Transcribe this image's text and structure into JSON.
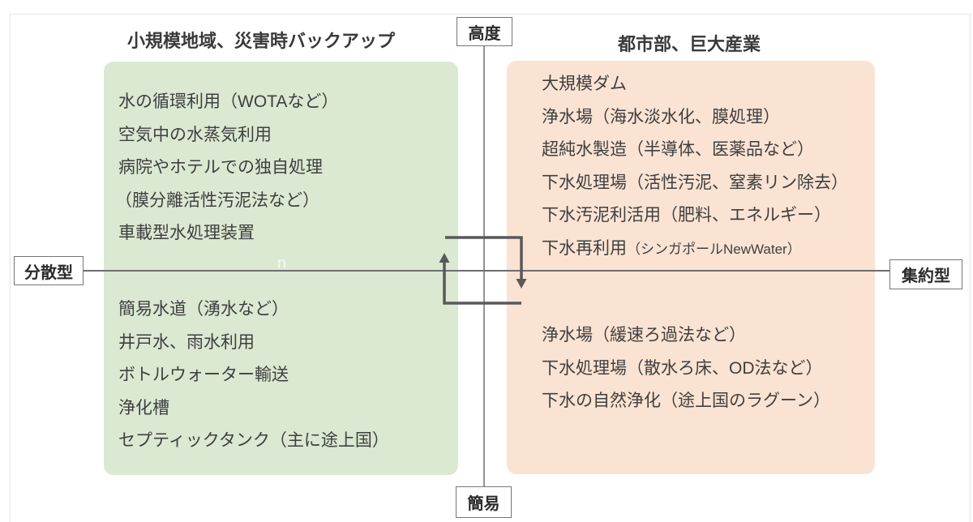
{
  "colors": {
    "green_fill": "#dbe8d2",
    "orange_fill": "#fae3d3",
    "arrow": "#595959",
    "axis_line": "#6e6e6e"
  },
  "axis_labels": {
    "top": "高度",
    "bottom": "簡易",
    "left": "分散型",
    "right": "集約型"
  },
  "quadrants": {
    "top_left": {
      "title": "小規模地域、災害時バックアップ",
      "items": [
        "水の循環利用（WOTAなど）",
        "空気中の水蒸気利用",
        "病院やホテルでの独自処理",
        "（膜分離活性汚泥法など）",
        "車載型水処理装置"
      ]
    },
    "bottom_left": {
      "items": [
        "簡易水道（湧水など）",
        "井戸水、雨水利用",
        "ボトルウォーター輸送",
        "浄化槽",
        "セプティックタンク（主に途上国）"
      ]
    },
    "top_right": {
      "title": "都市部、巨大産業",
      "items": [
        "大規模ダム",
        "浄水場（海水淡水化、膜処理）",
        "超純水製造（半導体、医薬品など）",
        "下水処理場（活性汚泥、窒素リン除去）",
        "下水汚泥利活用（肥料、エネルギー）"
      ],
      "last_item": {
        "main": "下水再利用",
        "note": "（シンガポールNewWater）"
      }
    },
    "bottom_right": {
      "items": [
        "浄水場（緩速ろ過法など）",
        "下水処理場（散水ろ床、OD法など）",
        "下水の自然浄化（途上国のラグーン）"
      ]
    }
  },
  "watermark": "n"
}
